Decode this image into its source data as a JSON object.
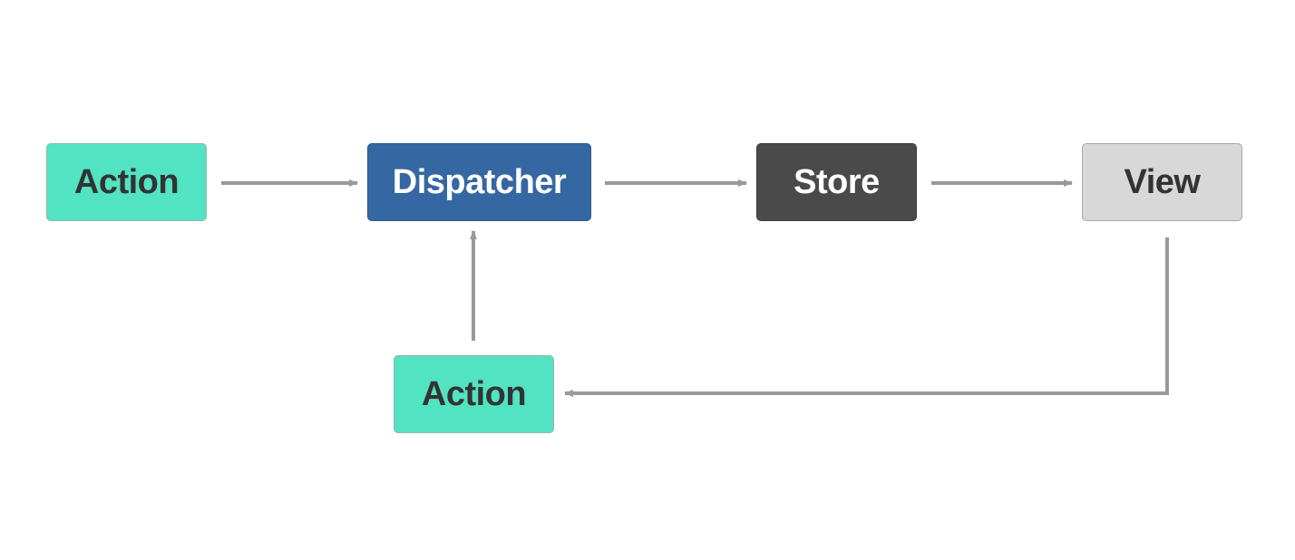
{
  "nodes": {
    "action_top": {
      "label": "Action",
      "fill": "#52e3c2",
      "text_color": "#333333"
    },
    "dispatcher": {
      "label": "Dispatcher",
      "fill": "#3567a3",
      "text_color": "#ffffff"
    },
    "store": {
      "label": "Store",
      "fill": "#4a4a4a",
      "text_color": "#ffffff"
    },
    "view": {
      "label": "View",
      "fill": "#d8d8d8",
      "text_color": "#333333"
    },
    "action_bottom": {
      "label": "Action",
      "fill": "#52e3c2",
      "text_color": "#333333"
    }
  },
  "edges": [
    {
      "from": "action_top",
      "to": "dispatcher"
    },
    {
      "from": "dispatcher",
      "to": "store"
    },
    {
      "from": "store",
      "to": "view"
    },
    {
      "from": "view",
      "to": "action_bottom"
    },
    {
      "from": "action_bottom",
      "to": "dispatcher"
    }
  ],
  "edge_color": "#999999"
}
